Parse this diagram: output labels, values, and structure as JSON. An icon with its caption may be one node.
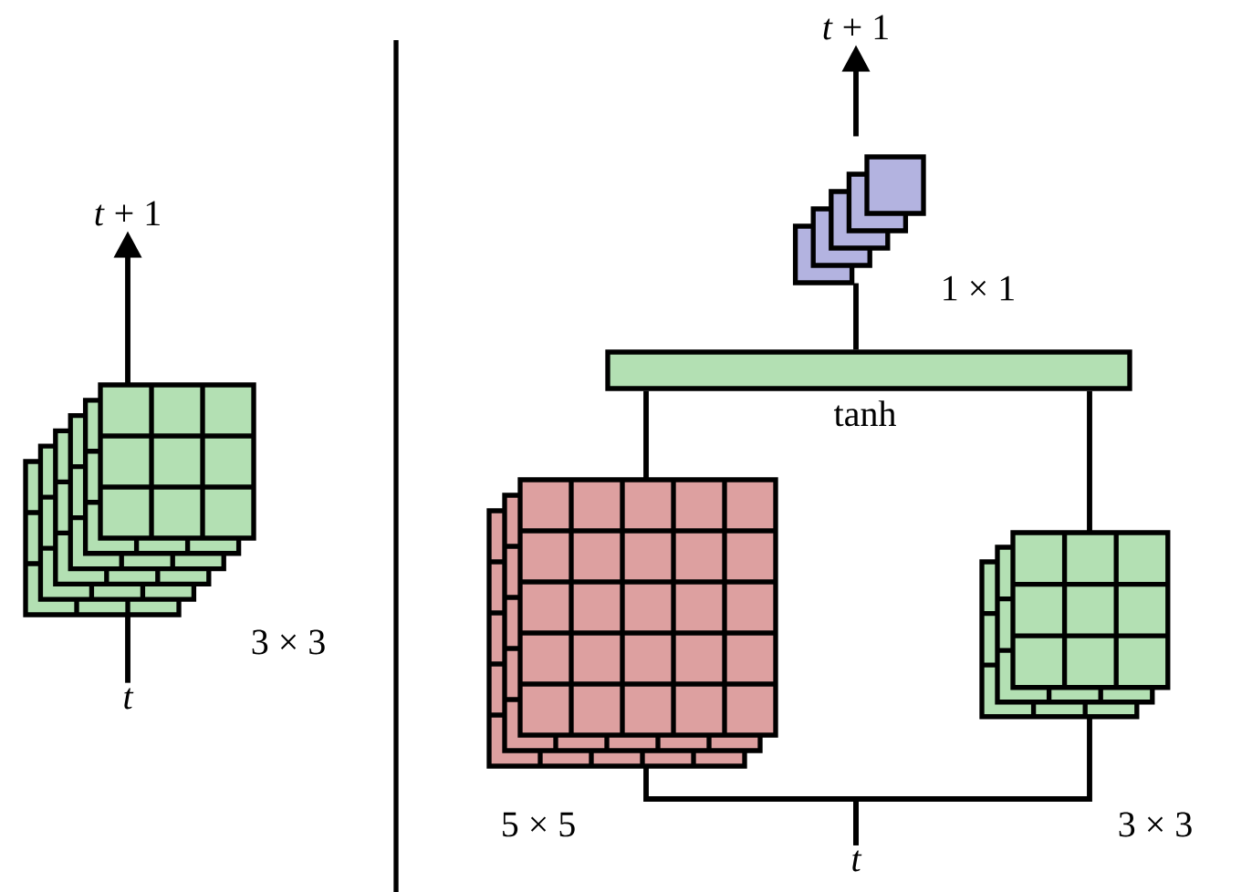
{
  "diagram": {
    "nodes": [
      {
        "text": [],
        "shape": "box",
        "beside": [
          "3 × 3"
        ]
      },
      {
        "text": [
          "t"
        ]
      },
      {
        "text": [
          "*t* + 1"
        ]
      },
      {
        "text": [
          "t"
        ]
      },
      {
        "text": [],
        "shape": "box",
        "beside": [
          "5 × 5"
        ]
      },
      {
        "text": [],
        "shape": "box",
        "beside": [
          "3 × 3"
        ]
      },
      {
        "text": [
          "tanh"
        ]
      },
      {
        "text": [],
        "shape": "box",
        "beside": [
          "1 × 1"
        ]
      },
      {
        "text": [
          "*t* + 1"
        ]
      }
    ],
    "edges": [
      {
        "from": 1,
        "to": 0,
        "arrow": "none"
      },
      {
        "from": 0,
        "to": 2,
        "arrow": "to"
      },
      {
        "from": 3,
        "to": 4,
        "arrow": "none"
      },
      {
        "from": 3,
        "to": 5,
        "arrow": "none"
      },
      {
        "from": 4,
        "to": 6,
        "arrow": "none"
      },
      {
        "from": 5,
        "to": 6,
        "arrow": "none"
      },
      {
        "from": 6,
        "to": 7,
        "arrow": "none"
      },
      {
        "from": 7,
        "to": 8,
        "arrow": "to"
      }
    ]
  }
}
